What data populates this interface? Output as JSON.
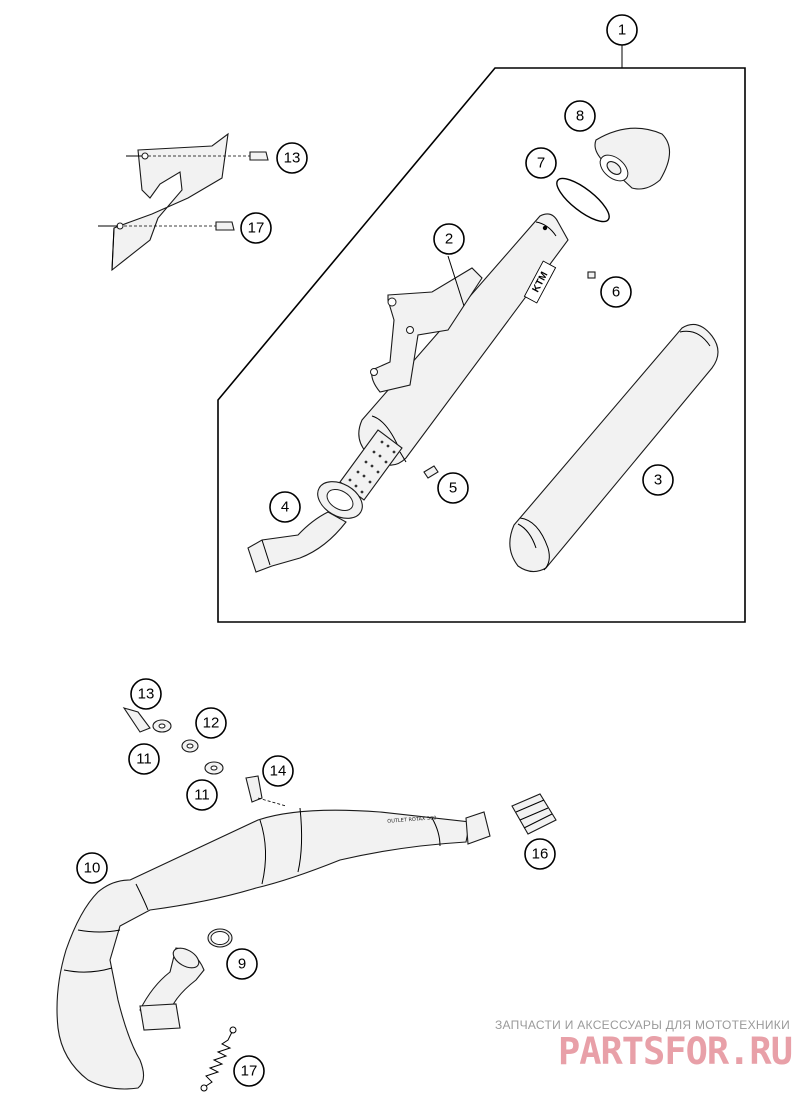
{
  "callouts": {
    "c1": "1",
    "c2": "2",
    "c3": "3",
    "c4": "4",
    "c5": "5",
    "c6": "6",
    "c7": "7",
    "c8": "8",
    "c13a": "13",
    "c17a": "17",
    "c13b": "13",
    "c12": "12",
    "c11a": "11",
    "c11b": "11",
    "c14": "14",
    "c10": "10",
    "c16": "16",
    "c9": "9",
    "c17b": "17"
  },
  "muffler_logo": "KTM",
  "pipe_marking": "OUTLET ROTAX 500",
  "watermark": {
    "caption": "ЗАПЧАСТИ И АКСЕССУАРЫ ДЛЯ МОТОТЕХНИКИ",
    "logo": "PARTSFOR.RU"
  },
  "colors": {
    "outline": "#1a1a1a",
    "part_fill": "#f2f2f2",
    "watermark_logo": "#e8a0a8",
    "watermark_caption": "#9a9a9a"
  }
}
